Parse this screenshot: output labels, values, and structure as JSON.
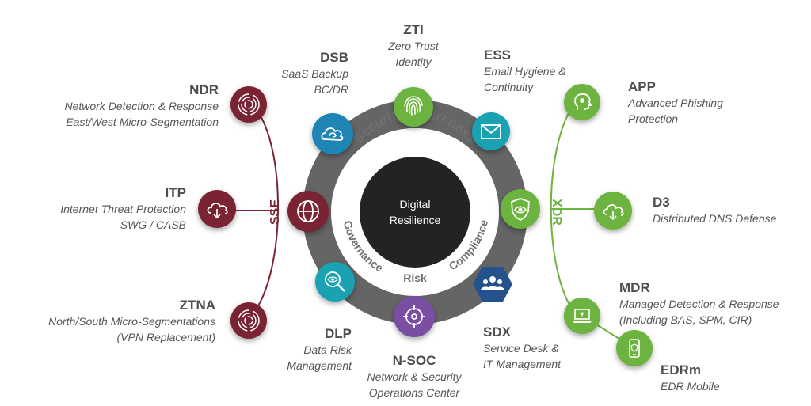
{
  "colors": {
    "sse": "#7a2433",
    "xdr": "#6db33f",
    "blue": "#1e85b5",
    "teal": "#1aa2b2",
    "purple": "#7a4ea2",
    "navy": "#24528c",
    "ring": "#656565",
    "core": "#232323"
  },
  "center": {
    "line1": "Digital",
    "line2": "Resilience"
  },
  "ring_words": {
    "top": "Security Awareness",
    "left": "Governance",
    "bottom": "Risk",
    "right": "Compliance",
    "sse": "SSE",
    "xdr": "XDR"
  },
  "nodes": {
    "zti": {
      "title": "ZTI",
      "line1": "Zero Trust",
      "line2": "Identity",
      "icon": "fingerprint-icon"
    },
    "ess": {
      "title": "ESS",
      "line1": "Email Hygiene &",
      "line2": "Continuity",
      "icon": "envelope-icon"
    },
    "dsb": {
      "title": "DSB",
      "line1": "SaaS Backup",
      "line2": "BC/DR",
      "icon": "cloud-sync-icon"
    },
    "ndr": {
      "title": "NDR",
      "line1": "Network Detection & Response",
      "line2": "East/West Micro-Segmentation",
      "icon": "maze-icon"
    },
    "itp": {
      "title": "ITP",
      "line1": "Internet Threat Protection",
      "line2": "SWG / CASB",
      "icon": "cloud-download-icon"
    },
    "ztna": {
      "title": "ZTNA",
      "line1": "North/South Micro-Segmentations",
      "line2": "(VPN Replacement)",
      "icon": "maze-icon"
    },
    "dlp": {
      "title": "DLP",
      "line1": "Data Risk",
      "line2": "Management",
      "icon": "magnifier-eye-icon"
    },
    "nsoc": {
      "title": "N-SOC",
      "line1": "Network & Security",
      "line2": "Operations Center",
      "icon": "crosshair-icon"
    },
    "sdx": {
      "title": "SDX",
      "line1": "Service Desk &",
      "line2": "IT Management",
      "icon": "people-icon"
    },
    "app": {
      "title": "APP",
      "line1": "Advanced Phishing",
      "line2": "Protection",
      "icon": "head-icon"
    },
    "d3": {
      "title": "D3",
      "line1": "Distributed DNS Defense",
      "icon": "cloud-download-icon"
    },
    "mdr": {
      "title": "MDR",
      "line1": "Managed Detection & Response",
      "line2": "(Including BAS, SPM, CIR)",
      "icon": "laptop-icon"
    },
    "edrm": {
      "title": "EDRm",
      "line1": "EDR Mobile",
      "icon": "mobile-icon"
    }
  }
}
